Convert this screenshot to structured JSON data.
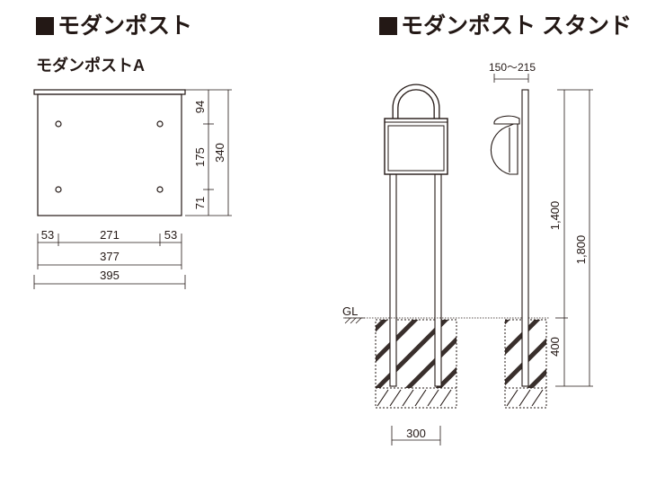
{
  "titles": {
    "left": "モダンポスト",
    "right": "モダンポスト スタンド",
    "left_sub": "モダンポストA"
  },
  "post_a": {
    "side_dims": [
      "94",
      "175",
      "71"
    ],
    "height_total": "340",
    "width_parts": [
      "53",
      "271",
      "53"
    ],
    "width_mid": "377",
    "width_total": "395"
  },
  "stand": {
    "depth_range": "150〜215",
    "above_ground_upper": "1,400",
    "total_height": "1,800",
    "ground_label": "GL",
    "embed_depth": "400",
    "footing_width": "300"
  },
  "colors": {
    "line": "#231815",
    "hatch": "#231815"
  }
}
